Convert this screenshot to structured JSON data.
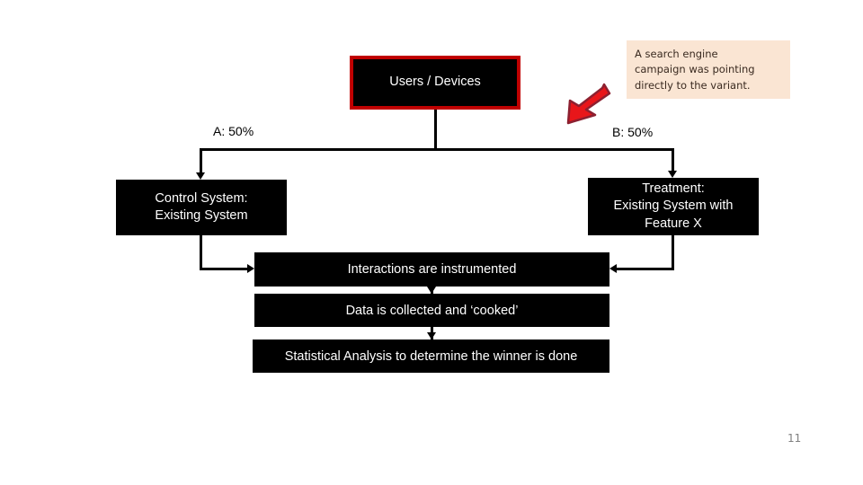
{
  "slide": {
    "page_number": "11",
    "background_color": "#ffffff"
  },
  "colors": {
    "node_fill": "#000000",
    "node_text": "#ffffff",
    "root_border": "#c00000",
    "callout_fill": "#fae5d3",
    "callout_text": "#3a2a20",
    "arrow_red": "#e8161a",
    "arrow_red_outline": "#8c2030",
    "connector": "#000000",
    "page_number_color": "#808080"
  },
  "diagram": {
    "root": {
      "label": "Users / Devices"
    },
    "splits": {
      "left_label": "A: 50%",
      "right_label": "B: 50%"
    },
    "branches": {
      "control": {
        "line1": "Control System:",
        "line2": "Existing System"
      },
      "treatment": {
        "line1": "Treatment:",
        "line2": "Existing System with",
        "line3": "Feature X"
      }
    },
    "pipeline": [
      {
        "label": "Interactions are instrumented"
      },
      {
        "label": "Data is collected and ‘cooked’"
      },
      {
        "label": "Statistical Analysis to determine the winner is done"
      }
    ]
  },
  "callout": {
    "line1": "A search engine",
    "line2": "campaign was pointing",
    "line3": "directly to the variant."
  }
}
